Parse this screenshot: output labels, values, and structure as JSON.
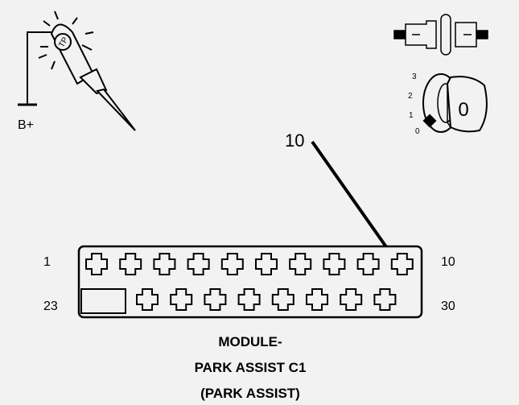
{
  "probe": {
    "label": "B+",
    "icon": "test-light-probe-icon",
    "badge": "TP"
  },
  "connector_icon": "connector-disconnected-icon",
  "ignition": {
    "icon": "ignition-key-icon",
    "positions": [
      "3",
      "2",
      "1",
      "0"
    ],
    "current_position": "0"
  },
  "callout": {
    "label": "10"
  },
  "connector": {
    "pin_labels": {
      "top_left": "1",
      "top_right": "10",
      "bottom_left": "23",
      "bottom_right": "30"
    },
    "top_row_cavities": 10,
    "bottom_row_cavities": 8
  },
  "caption": {
    "line1": "MODULE-",
    "line2": "PARK ASSIST C1",
    "line3": "(PARK ASSIST)"
  }
}
